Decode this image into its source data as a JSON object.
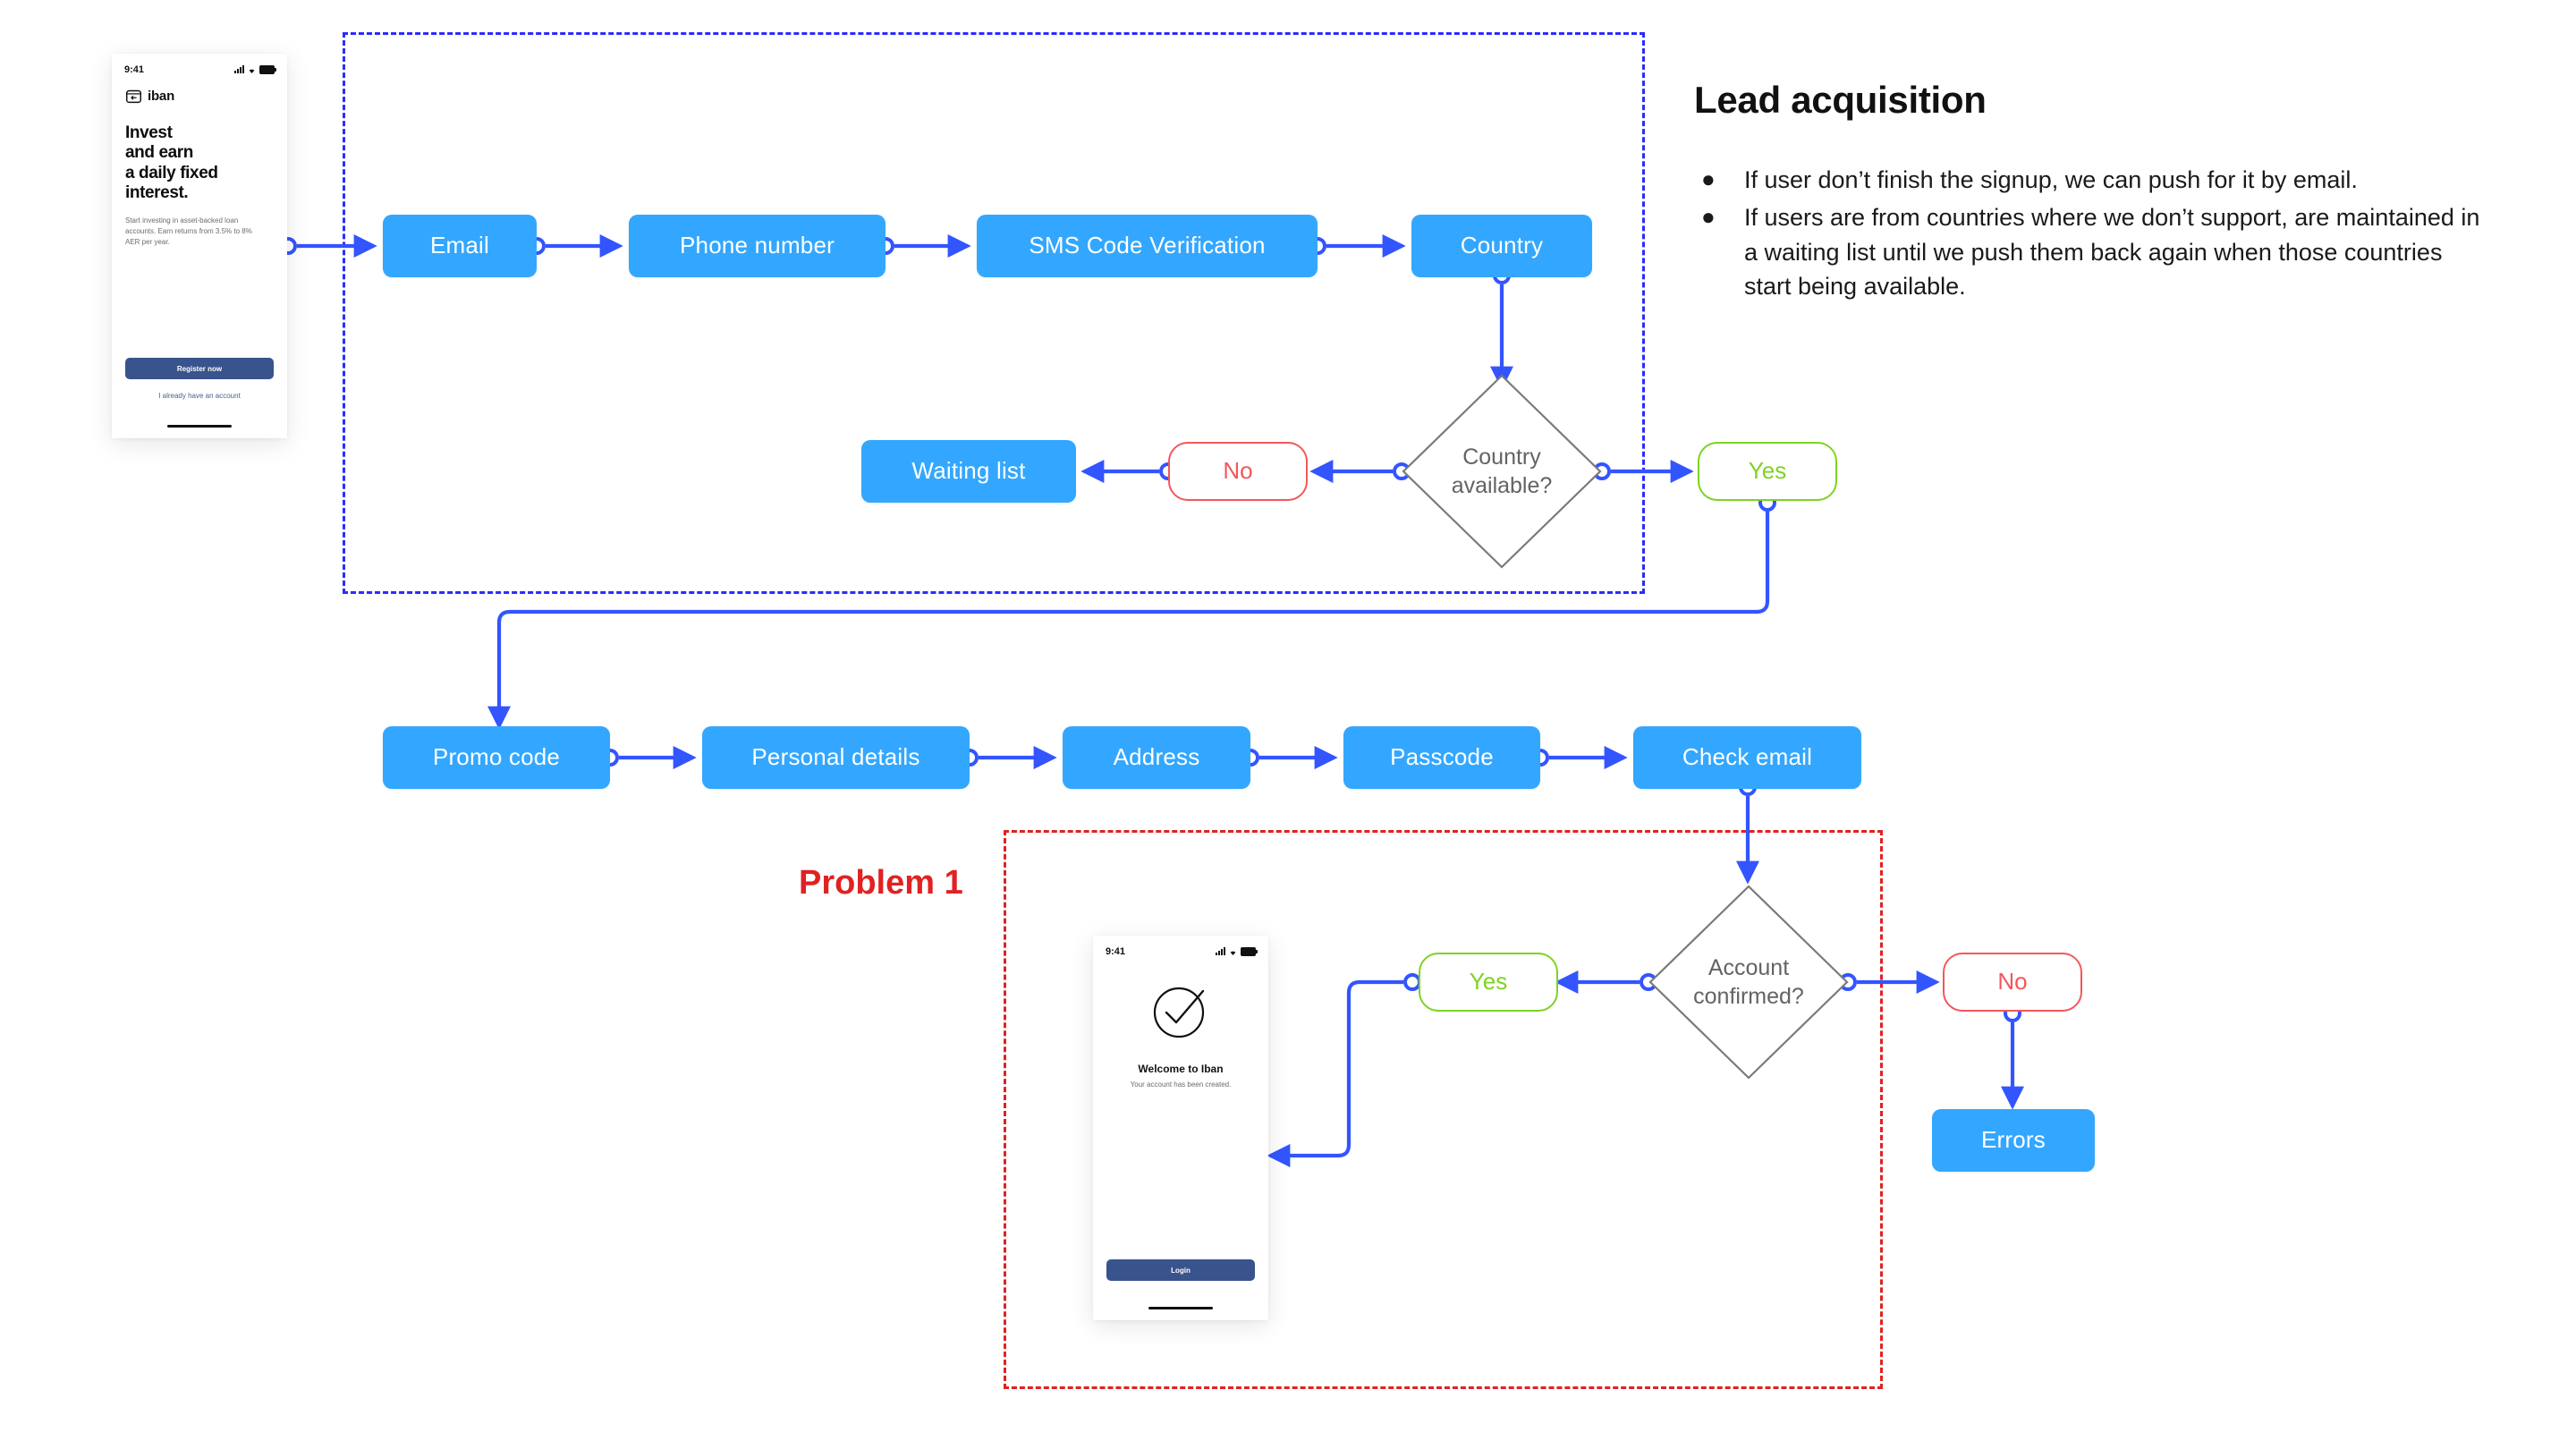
{
  "panel": {
    "title": "Lead acquisition",
    "bullet_glyph": "●",
    "bullets": [
      "If user don’t finish the signup, we can push for it by email.",
      "If users are from countries where we don’t support, are maintained in a waiting list until we push them back again when those countries start being available."
    ]
  },
  "problem_label": "Problem 1",
  "flow": {
    "row1": [
      {
        "label": "Email"
      },
      {
        "label": "Phone number"
      },
      {
        "label": "SMS Code Verification"
      },
      {
        "label": "Country"
      }
    ],
    "decision1": "Country\navailable?",
    "decision1_line1": "Country",
    "decision1_line2": "available?",
    "yes1": "Yes",
    "no1": "No",
    "waiting_list": "Waiting list",
    "row2": [
      {
        "label": "Promo code"
      },
      {
        "label": "Personal details"
      },
      {
        "label": "Address"
      },
      {
        "label": "Passcode"
      },
      {
        "label": "Check email"
      }
    ],
    "decision2_line1": "Account",
    "decision2_line2": "confirmed?",
    "yes2": "Yes",
    "no2": "No",
    "errors": "Errors"
  },
  "phone1": {
    "status_time": "9:41",
    "brand": "iban",
    "headline_l1": "Invest",
    "headline_l2": "and earn",
    "headline_l3": "a daily fixed",
    "headline_l4": "interest.",
    "subcopy": "Start investing in asset-backed loan accounts. Earn returns from 3.5% to 8% AER per year.",
    "cta": "Register now",
    "cta_link": "I already have an account"
  },
  "phone2": {
    "status_time": "9:41",
    "title": "Welcome to Iban",
    "subtitle": "Your account has been created.",
    "cta": "Login"
  },
  "colors": {
    "node_blue": "#33a7ff",
    "yes_green": "#7ed321",
    "no_red": "#f4565a",
    "wire_blue": "#3355ff",
    "group_blue": "#2b2bff",
    "group_red": "#e02222",
    "diamond_stroke": "#7a7a7a"
  }
}
